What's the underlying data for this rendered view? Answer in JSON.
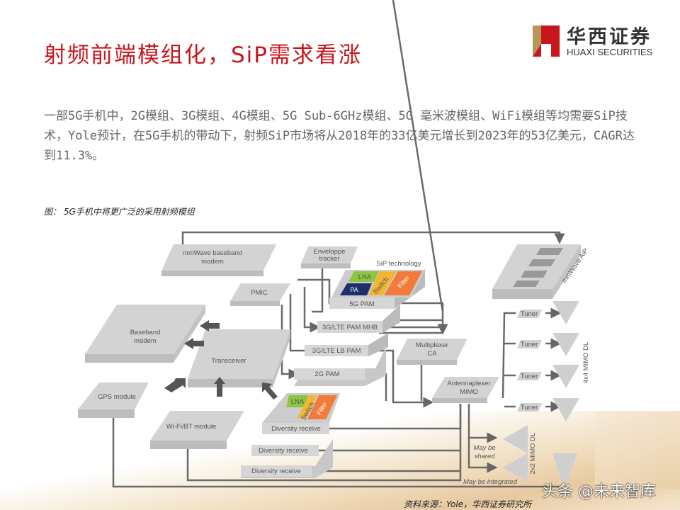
{
  "slide": {
    "title": "射频前端模组化，SiP需求看涨",
    "body": "一部5G手机中，2G模组、3G模组、4G模组、5G Sub-6GHz模组、5G 毫米波模组、WiFi模组等均需要SiP技术，Yole预计，在5G手机的带动下，射频SiP市场将从2018年的33亿美元增长到2023年的53亿美元，CAGR达到11.3%。",
    "caption": "图：  5G手机中将更广泛的采用射频模组",
    "source": "资料来源：Yole，华西证券研究所",
    "watermark": "头条 @未来智库"
  },
  "logo": {
    "cn": "华西证券",
    "en": "HUAXI SECURITIES"
  },
  "colors": {
    "title": "#c8161d",
    "lna": "#8cc63f",
    "pa": "#1b2f6b",
    "switch": "#f2b632",
    "filter": "#f07b3a",
    "block": "#d0d0d0"
  },
  "diagram": {
    "mmwave_modem": [
      "mmWave baseband",
      "modem"
    ],
    "envelope": [
      "Enveloppe",
      "tracker"
    ],
    "sip_label": "SiP technology",
    "lna": "LNA",
    "pa": "PA",
    "switch": "Switch",
    "filter": "Filter",
    "pam_5g": "5G PAM",
    "pam_mhb": "3G/LTE PAM MHB",
    "pam_lb": "3G/LTE LB PAM",
    "pam_2g": "2G PAM",
    "pmic": "PMIC",
    "baseband": [
      "Baseband",
      "modem"
    ],
    "transceiver": "Transceiver",
    "gps": "GPS module",
    "wifi": "Wi-Fi/BT module",
    "diversity": [
      "Diversity receive",
      "Diversity receive",
      "Diversity receive"
    ],
    "multiplexer": [
      "Multiplexer",
      "CA"
    ],
    "antennaplexer": [
      "Antennaplexer",
      "MIMO"
    ],
    "aip": "mmWave AiP",
    "tuners": [
      "Tuner",
      "Tuner",
      "Tuner",
      "Tuner"
    ],
    "mimo4": "4x4 MIMO DL",
    "mimo2": "2x2 MIMO DL",
    "shared": [
      "May be",
      "shared"
    ],
    "integrated": "May be integrated"
  }
}
